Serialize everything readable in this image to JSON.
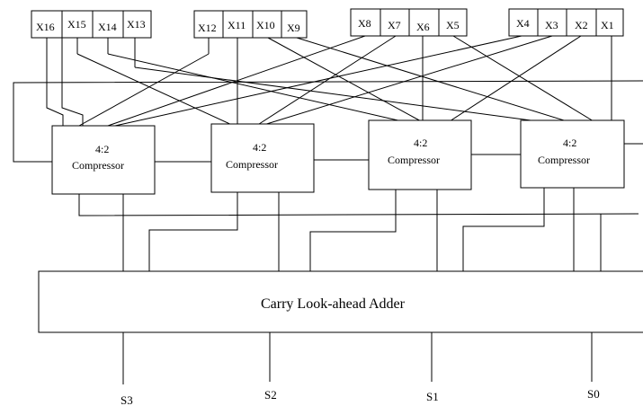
{
  "input_groups": [
    {
      "labels": [
        "X16",
        "X15",
        "X14",
        "X13"
      ]
    },
    {
      "labels": [
        "X12",
        "X11",
        "X10",
        "X9"
      ]
    },
    {
      "labels": [
        "X8",
        "X7",
        "X6",
        "X5"
      ]
    },
    {
      "labels": [
        "X4",
        "X3",
        "X2",
        "X1"
      ]
    }
  ],
  "compressors": [
    {
      "line1": "4:2",
      "line2": "Compressor"
    },
    {
      "line1": "4:2",
      "line2": "Compressor"
    },
    {
      "line1": "4:2",
      "line2": "Compressor"
    },
    {
      "line1": "4:2",
      "line2": "Compressor"
    }
  ],
  "adder": {
    "label": "Carry Look-ahead Adder"
  },
  "outputs": [
    "S3",
    "S2",
    "S1",
    "S0"
  ]
}
